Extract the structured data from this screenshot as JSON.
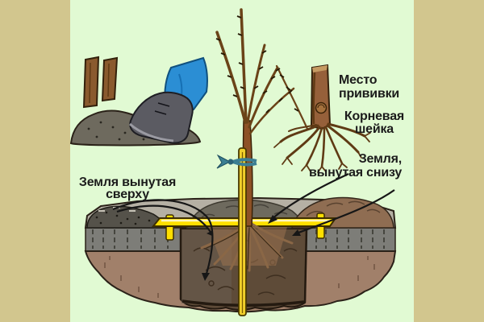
{
  "labels": {
    "soil_from_top": {
      "line1": "Земля вынутая",
      "line2": "сверху"
    },
    "graft_site": {
      "line1": "Место",
      "line2": "прививки"
    },
    "root_collar": {
      "line1": "Корневая",
      "line2": "шейка"
    },
    "soil_from_bottom": {
      "line1": "Земля,",
      "line2": "вынутая снизу"
    }
  },
  "colors": {
    "bg-green": "#e1fad3",
    "side-band": "#d2c68e",
    "text": "#1b1b1b",
    "stake-yellow": "#f0cf2a",
    "plank-yellow": "#ffdf00",
    "branch-brown": "#6b4318",
    "trunk-brown": "#8d5126",
    "rootstock-brown": "#96603a",
    "topsoil-gray": "#7d7d78",
    "topface-gray": "#b5b0a4",
    "mound-gray": "#6e6a5e",
    "subsoil-brown": "#a1806a",
    "pit-brown": "#5e4b38",
    "rootball-brown": "#9a7350",
    "heap-dark": "#55524a",
    "heap-brown": "#8f6d52",
    "boot-gray": "#5b5b62",
    "sock-white": "#f2f2ec",
    "pant-blue": "#2b8ed4",
    "tie-teal": "#3b7f93",
    "arrow-black": "#161616",
    "outline-dark": "#2a2118"
  }
}
